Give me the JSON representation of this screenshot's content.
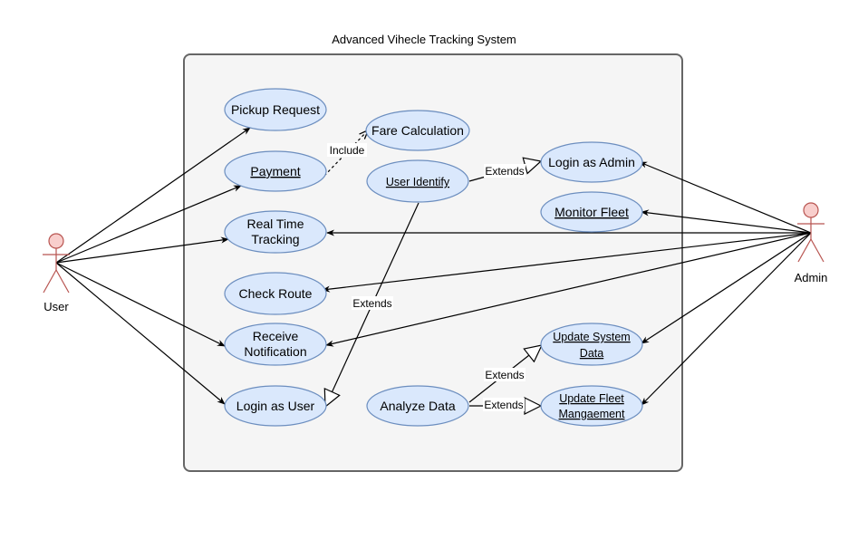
{
  "system": {
    "title": "Advanced Vihecle Tracking System"
  },
  "actors": {
    "user": "User",
    "admin": "Admin"
  },
  "use_cases": {
    "pickup_request": "Pickup Request",
    "payment": "Payment",
    "fare_calculation": "Fare Calculation",
    "user_identify": "User Identify",
    "login_as_admin": "Login as Admin",
    "monitor_fleet": "Monitor Fleet",
    "real_time_tracking_1": "Real Time",
    "real_time_tracking_2": "Tracking",
    "check_route": "Check Route",
    "receive_notification_1": "Receive",
    "receive_notification_2": "Notification",
    "update_system_data_1": "Update System",
    "update_system_data_2": "Data",
    "login_as_user": "Login as User",
    "analyze_data": "Analyze Data",
    "update_fleet_management_1": "Update Fleet",
    "update_fleet_management_2": "Mangaement"
  },
  "edge_labels": {
    "include": "Include",
    "extends_login_admin": "Extends",
    "extends_login_user": "Extends",
    "extends_update_system": "Extends",
    "extends_update_fleet": "Extends"
  },
  "colors": {
    "use_case_fill": "#dae8fc",
    "use_case_stroke": "#6c8ebf",
    "actor_fill": "#f8cecc",
    "actor_stroke": "#b85450",
    "system_fill": "#f5f5f5",
    "system_stroke": "#666666"
  }
}
